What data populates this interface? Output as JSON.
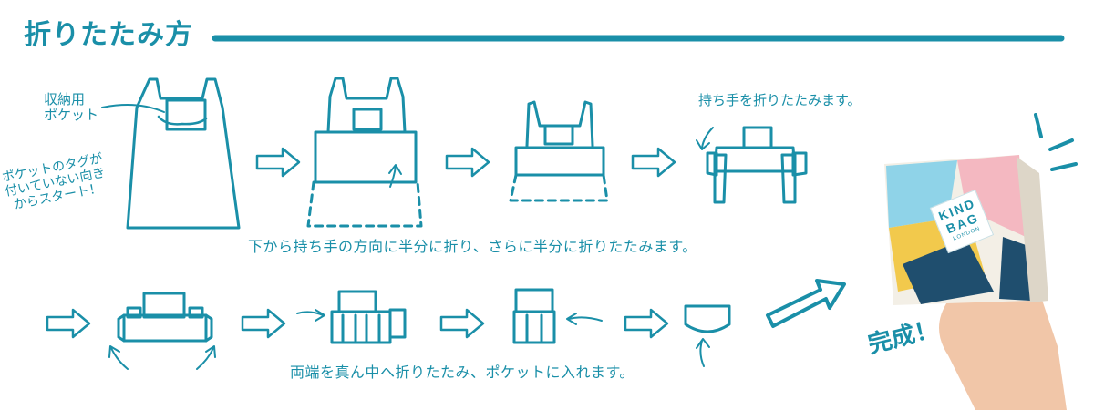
{
  "title": "折りたたみ方",
  "labels": {
    "pocket": "収納用\nポケット",
    "start_note": "ポケットのタグが\n付いていない向き\nからスタート！",
    "step_fold_note": "持ち手を折りたたみます。",
    "caption_row1": "下から持ち手の方向に半分に折り、さらに半分に折りたたみます。",
    "caption_row2": "両端を真ん中へ折りたたみ、ポケットに入れます。",
    "done": "完成！"
  },
  "product_tag": {
    "line1": "KIND",
    "line2": "BAG",
    "line3": "LONDON"
  },
  "colors": {
    "line": "#1a8fa8",
    "background": "#ffffff",
    "bag_navy": "#1f4e6e",
    "bag_yellow": "#f2c94c",
    "bag_pink": "#f4b8c1",
    "bag_cream": "#f3efe6",
    "bag_blue": "#8fd3e8",
    "skin": "#f1c6a8"
  }
}
